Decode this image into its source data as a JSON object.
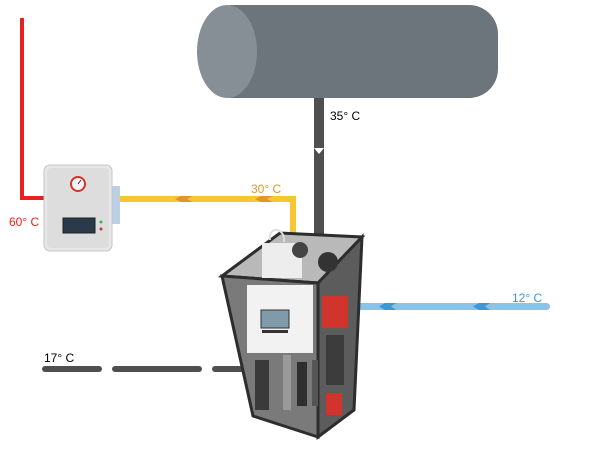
{
  "labels": {
    "tank_temp": "35° C",
    "hot_out_temp": "60° C",
    "warm_line_temp": "30° C",
    "cold_in_temp": "12° C",
    "return_temp": "17° C"
  },
  "colors": {
    "hot": "#e8211f",
    "warm": "#f7c634",
    "warm_text": "#e0962a",
    "cold": "#8cc2e6",
    "cold_text": "#3a9ad6",
    "dark": "#4f4f4f",
    "tank": "#6c757c",
    "tank_end": "#878f96"
  }
}
